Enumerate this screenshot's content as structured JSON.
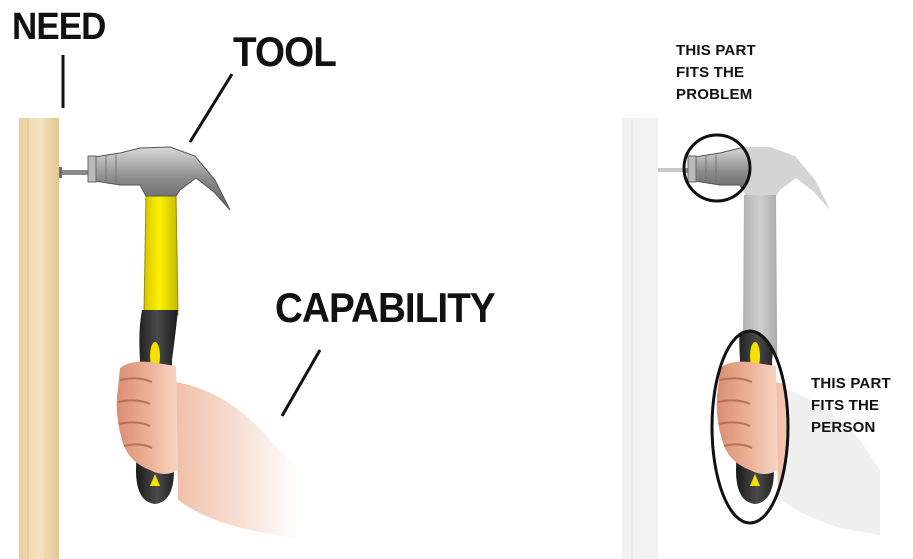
{
  "labels": {
    "need": "NEED",
    "tool": "TOOL",
    "capability": "CAPABILITY"
  },
  "notes": {
    "problem": [
      "THIS PART",
      "FITS THE",
      "PROBLEM"
    ],
    "person": [
      "THIS PART",
      "FITS THE",
      "PERSON"
    ]
  },
  "colors": {
    "wood": "#f3dfb8",
    "handle_yellow": "#f5e100",
    "grip_dark": "#2d2d2d",
    "metal": "#9a9a9a",
    "skin": "#e8a88f",
    "faded_gray": "#bdbdbd"
  },
  "icons": {
    "hammer": "hammer-icon",
    "hand": "hand-icon",
    "board": "wood-board-icon",
    "nail": "nail-icon"
  }
}
